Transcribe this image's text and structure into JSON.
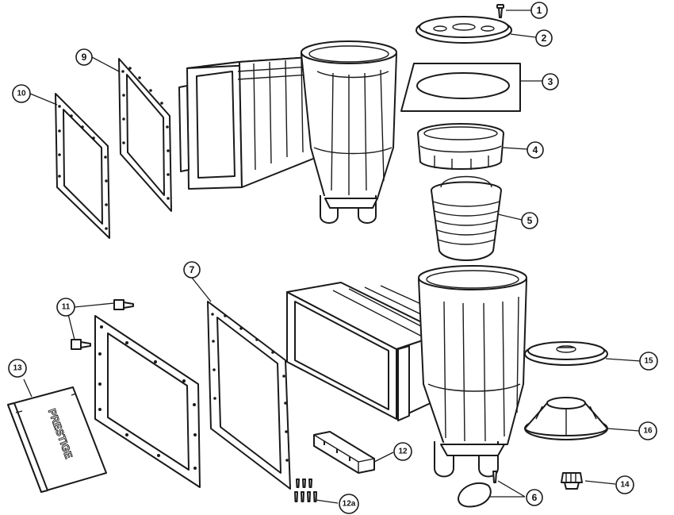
{
  "callouts": {
    "c1": "1",
    "c2": "2",
    "c3": "3",
    "c4": "4",
    "c5": "5",
    "c6": "6",
    "c7": "7",
    "c9": "9",
    "c10": "10",
    "c11": "11",
    "c12": "12",
    "c12a": "12a",
    "c13": "13",
    "c14": "14",
    "c15": "15",
    "c16": "16"
  },
  "weir_logo": "PRESTIGE"
}
